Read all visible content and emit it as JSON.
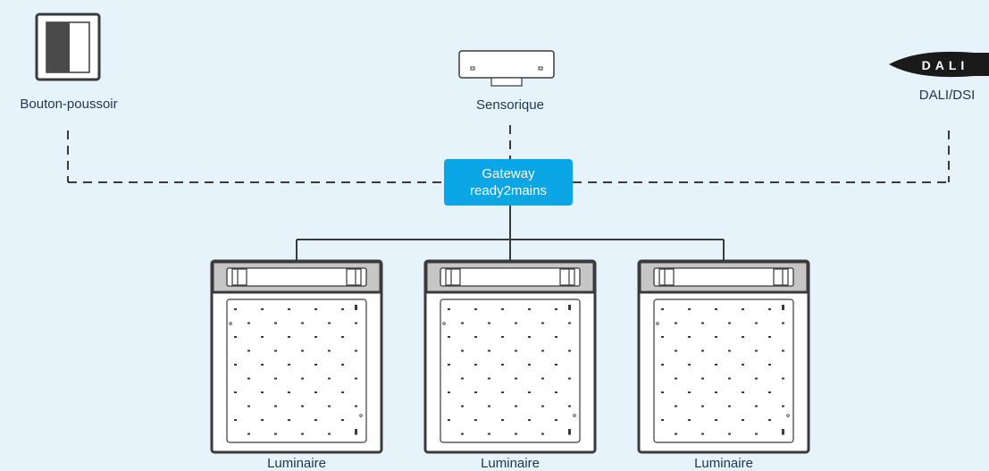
{
  "nodes": {
    "pushbutton": {
      "label": "Bouton-poussoir"
    },
    "sensor": {
      "label": "Sensorique"
    },
    "dali": {
      "label": "DALI/DSI",
      "logo_text": "DALI"
    },
    "gateway": {
      "line1": "Gateway",
      "line2": "ready2mains"
    }
  },
  "luminaires": [
    {
      "label": "Luminaire"
    },
    {
      "label": "Luminaire"
    },
    {
      "label": "Luminaire"
    }
  ],
  "colors": {
    "background": "#e6f3fa",
    "gateway": "#0aa6e6",
    "line": "#3a3a3a",
    "text": "#1f3550"
  }
}
